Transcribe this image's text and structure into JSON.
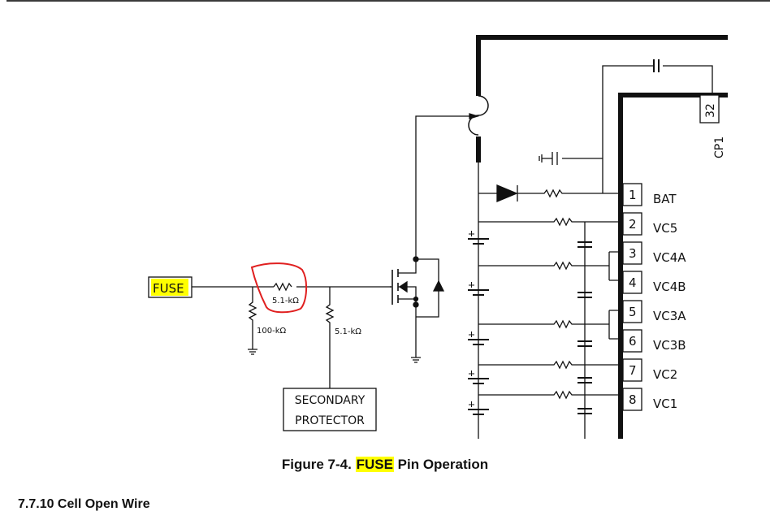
{
  "document": {
    "figure_caption_prefix": "Figure 7-4.",
    "figure_caption_highlight": "FUSE",
    "figure_caption_suffix": "Pin Operation",
    "section_heading": "7.7.10 Cell Open Wire"
  },
  "schematic": {
    "fuse_label": "FUSE",
    "series_resistor": "5.1-kΩ",
    "pulldown_resistor": "100-kΩ",
    "protector_resistor": "5.1-kΩ",
    "secondary_protector_line1": "SECONDARY",
    "secondary_protector_line2": "PROTECTOR",
    "cp1_pin_number": "32",
    "cp1_pin_name": "CP1",
    "pins": [
      {
        "number": "1",
        "name": "BAT"
      },
      {
        "number": "2",
        "name": "VC5"
      },
      {
        "number": "3",
        "name": "VC4A"
      },
      {
        "number": "4",
        "name": "VC4B"
      },
      {
        "number": "5",
        "name": "VC3A"
      },
      {
        "number": "6",
        "name": "VC3B"
      },
      {
        "number": "7",
        "name": "VC2"
      },
      {
        "number": "8",
        "name": "VC1"
      }
    ],
    "highlight_color": "#ffff00",
    "annotation_color": "#e02020"
  }
}
